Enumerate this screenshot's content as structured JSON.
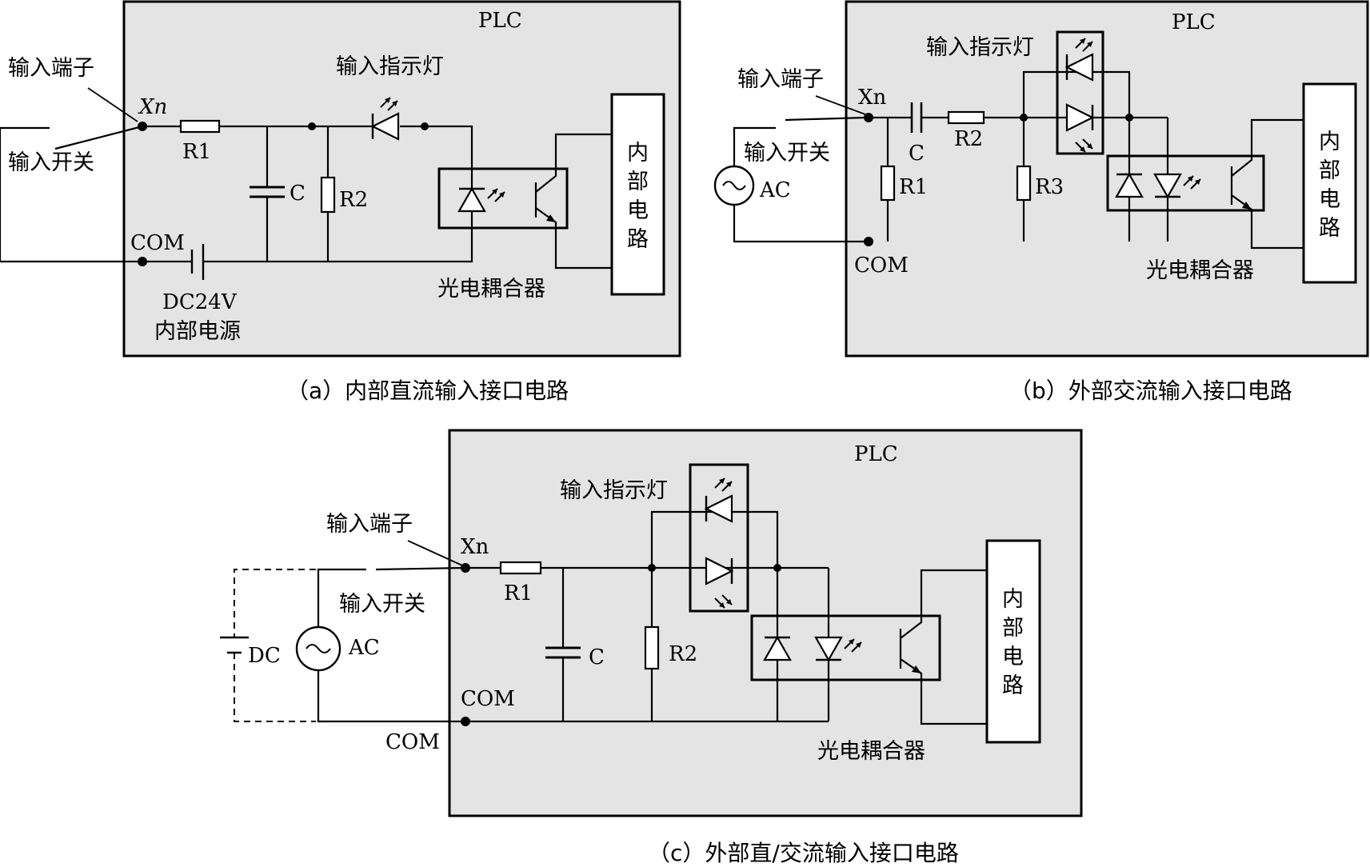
{
  "panel_a": {
    "plc": "PLC",
    "input_terminal": "输入端子",
    "input_switch": "输入开关",
    "xn": "Xn",
    "com": "COM",
    "r1": "R1",
    "r2": "R2",
    "c": "C",
    "indicator": "输入指示灯",
    "dc_supply": "DC24V",
    "internal_supply": "内部电源",
    "optocoupler": "光电耦合器",
    "internal_circuit": [
      "内",
      "部",
      "电",
      "路"
    ],
    "caption": "（a）内部直流输入接口电路"
  },
  "panel_b": {
    "plc": "PLC",
    "input_terminal": "输入端子",
    "input_switch": "输入开关",
    "xn": "Xn",
    "com": "COM",
    "ac": "AC",
    "r1": "R1",
    "r2": "R2",
    "r3": "R3",
    "c": "C",
    "indicator": "输入指示灯",
    "optocoupler": "光电耦合器",
    "internal_circuit": [
      "内",
      "部",
      "电",
      "路"
    ],
    "caption": "（b）外部交流输入接口电路"
  },
  "panel_c": {
    "plc": "PLC",
    "input_terminal": "输入端子",
    "input_switch": "输入开关",
    "xn": "Xn",
    "com_inner": "COM",
    "com_outer": "COM",
    "ac": "AC",
    "dc": "DC",
    "r1": "R1",
    "r2": "R2",
    "c": "C",
    "indicator": "输入指示灯",
    "optocoupler": "光电耦合器",
    "internal_circuit": [
      "内",
      "部",
      "电",
      "路"
    ],
    "caption": "（c）外部直/交流输入接口电路"
  }
}
